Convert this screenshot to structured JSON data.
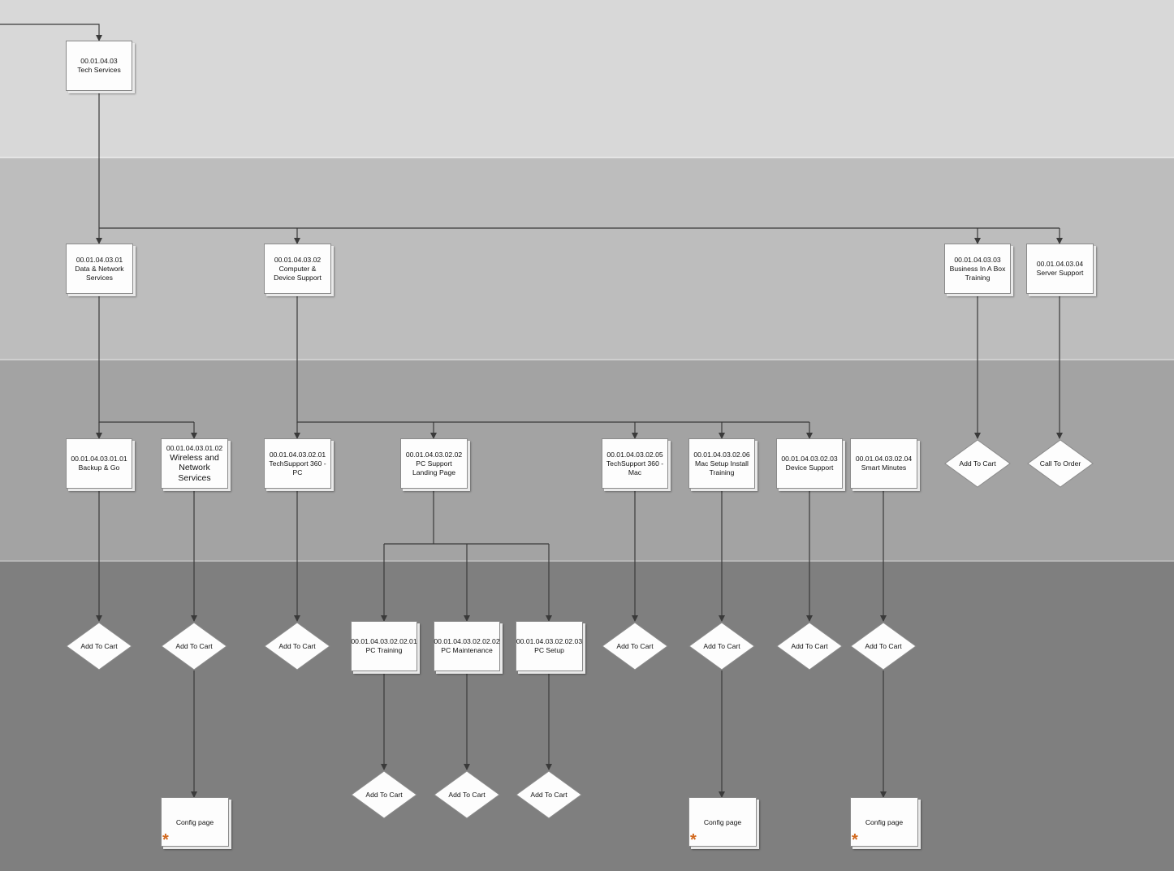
{
  "nodes": {
    "tech_services": "00.01.04.03\nTech Services",
    "data_network": "00.01.04.03.01\nData & Network\nServices",
    "computer_device": "00.01.04.03.02\nComputer &\nDevice Support",
    "business_box": "00.01.04.03.03\nBusiness In A Box\nTraining",
    "server_support": "00.01.04.03.04\nServer Support",
    "backup_go": "00.01.04.03.01.01\nBackup & Go",
    "wireless_id": "00.01.04.03.01.02",
    "wireless_title": "Wireless and\nNetwork\nServices",
    "techsupport_pc": "00.01.04.03.02.01\nTechSupport 360 -\nPC",
    "pc_landing": "00.01.04.03.02.02\nPC Support\nLanding Page",
    "techsupport_mac": "00.01.04.03.02.05\nTechSupport 360 -\nMac",
    "mac_setup": "00.01.04.03.02.06\nMac Setup Install\nTraining",
    "device_support": "00.01.04.03.02.03\nDevice Support",
    "smart_minutes": "00.01.04.03.02.04\nSmart Minutes",
    "pc_training": "00.01.04.03.02.02.01\nPC Training",
    "pc_maintenance": "00.01.04.03.02.02.02\nPC Maintenance",
    "pc_setup": "00.01.04.03.02.02.03\nPC Setup"
  },
  "actions": {
    "add_to_cart": "Add To Cart",
    "call_to_order": "Call To Order",
    "config_page": "Config page",
    "config_marker": "*"
  },
  "colors": {
    "band_1": "#d8d8d8",
    "band_2": "#bdbdbd",
    "band_3": "#a3a3a3",
    "band_4": "#7f7f7f",
    "connector": "#3a3a3a",
    "config_marker": "#d2691e"
  }
}
